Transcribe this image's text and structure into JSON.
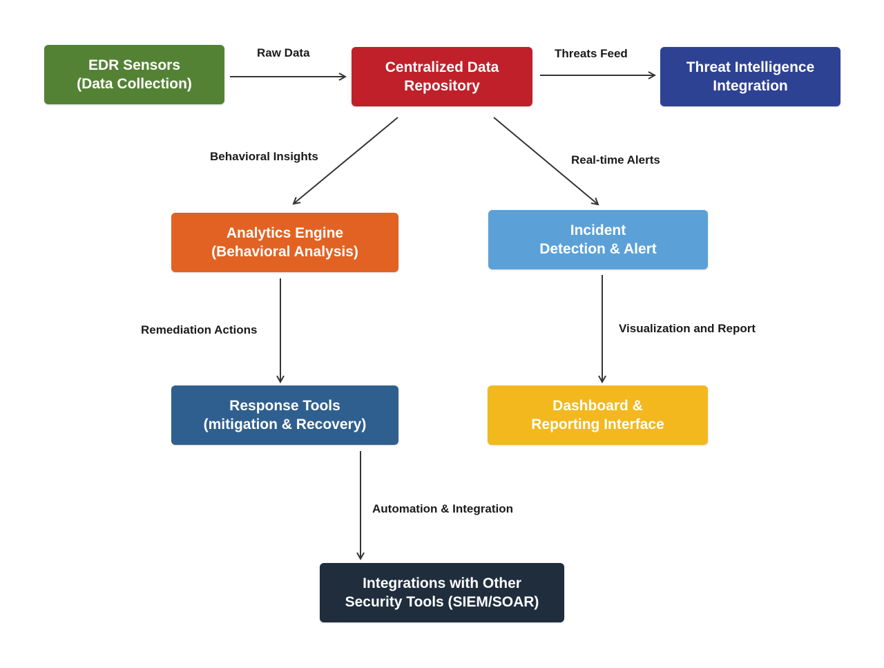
{
  "colors": {
    "edr": "#548235",
    "repository": "#c0202a",
    "threat_intel": "#2e4293",
    "analytics": "#e26223",
    "incident": "#5ba1d8",
    "response": "#2f5f8e",
    "dashboard": "#f3b81d",
    "integrations": "#1f2d3d",
    "arrow": "#333333"
  },
  "nodes": {
    "edr": {
      "line1": "EDR Sensors",
      "line2": "(Data Collection)"
    },
    "repository": {
      "line1": "Centralized Data",
      "line2": "Repository"
    },
    "threat_intel": {
      "line1": "Threat Intelligence",
      "line2": "Integration"
    },
    "analytics": {
      "line1": "Analytics Engine",
      "line2": "(Behavioral Analysis)"
    },
    "incident": {
      "line1": "Incident",
      "line2": "Detection & Alert"
    },
    "response": {
      "line1": "Response Tools",
      "line2": "(mitigation & Recovery)"
    },
    "dashboard": {
      "line1": "Dashboard &",
      "line2": "Reporting Interface"
    },
    "integrations": {
      "line1": "Integrations with Other",
      "line2": "Security Tools (SIEM/SOAR)"
    }
  },
  "edges": {
    "raw_data": "Raw Data",
    "threats_feed": "Threats Feed",
    "behavioral_insights": "Behavioral Insights",
    "realtime_alerts": "Real-time Alerts",
    "remediation_actions": "Remediation Actions",
    "visualization_report": "Visualization and Report",
    "automation_integration": "Automation & Integration"
  }
}
